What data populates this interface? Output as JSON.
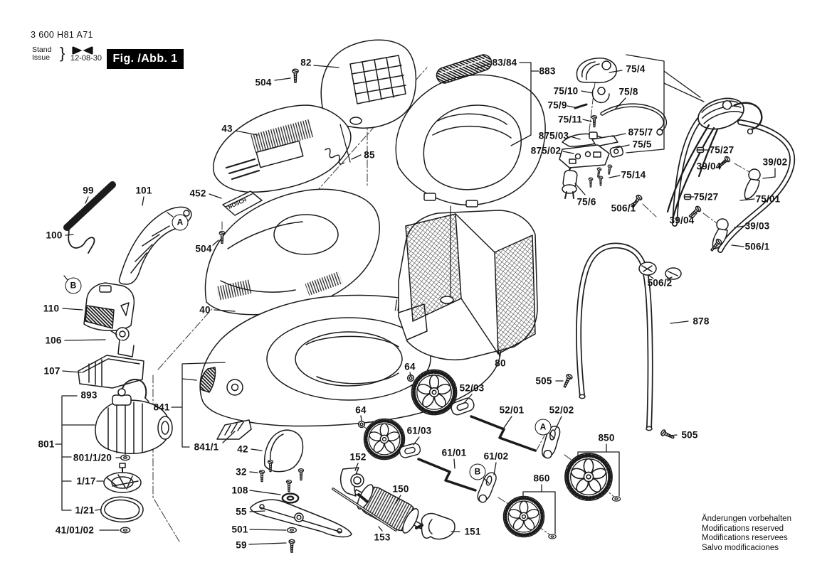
{
  "header": {
    "model": "3 600 H81 A71",
    "stand_label": "Stand",
    "issue_label": "Issue",
    "brace": "}",
    "date": "12-08-30",
    "figure_label": "Fig. /Abb. 1"
  },
  "brand": "BOSCH",
  "markers": {
    "a": "A",
    "b": "B"
  },
  "footer": {
    "note_de": "Änderungen vorbehalten",
    "note_en": "Modifications reserved",
    "note_fr": "Modifications reservees",
    "note_es": "Salvo modificaciones"
  },
  "labels": [
    {
      "text": "82"
    },
    {
      "text": "504"
    },
    {
      "text": "43"
    },
    {
      "text": "85"
    },
    {
      "text": "83/84"
    },
    {
      "text": "883"
    },
    {
      "text": "75/4"
    },
    {
      "text": "75/10"
    },
    {
      "text": "75/8"
    },
    {
      "text": "75/9"
    },
    {
      "text": "75/11"
    },
    {
      "text": "875/03"
    },
    {
      "text": "875/7"
    },
    {
      "text": "875/02"
    },
    {
      "text": "75/5"
    },
    {
      "text": "75/14"
    },
    {
      "text": "75/6"
    },
    {
      "text": "506/1"
    },
    {
      "text": "75/27"
    },
    {
      "text": "39/04"
    },
    {
      "text": "39/02"
    },
    {
      "text": "75/27"
    },
    {
      "text": "75/01"
    },
    {
      "text": "39/04"
    },
    {
      "text": "39/03"
    },
    {
      "text": "506/1"
    },
    {
      "text": "506/2"
    },
    {
      "text": "878"
    },
    {
      "text": "505"
    },
    {
      "text": "505"
    },
    {
      "text": "99"
    },
    {
      "text": "101"
    },
    {
      "text": "100"
    },
    {
      "text": "110"
    },
    {
      "text": "106"
    },
    {
      "text": "107"
    },
    {
      "text": "893"
    },
    {
      "text": "801"
    },
    {
      "text": "801/1/20"
    },
    {
      "text": "1/17"
    },
    {
      "text": "1/21"
    },
    {
      "text": "41/01/02"
    },
    {
      "text": "452"
    },
    {
      "text": "504"
    },
    {
      "text": "40"
    },
    {
      "text": "841"
    },
    {
      "text": "841/1"
    },
    {
      "text": "42"
    },
    {
      "text": "32"
    },
    {
      "text": "108"
    },
    {
      "text": "55"
    },
    {
      "text": "501"
    },
    {
      "text": "59"
    },
    {
      "text": "64"
    },
    {
      "text": "52/03"
    },
    {
      "text": "64"
    },
    {
      "text": "61/03"
    },
    {
      "text": "52/01"
    },
    {
      "text": "52/02"
    },
    {
      "text": "61/01"
    },
    {
      "text": "61/02"
    },
    {
      "text": "150"
    },
    {
      "text": "152"
    },
    {
      "text": "153"
    },
    {
      "text": "151"
    },
    {
      "text": "860"
    },
    {
      "text": "850"
    },
    {
      "text": "80"
    }
  ]
}
